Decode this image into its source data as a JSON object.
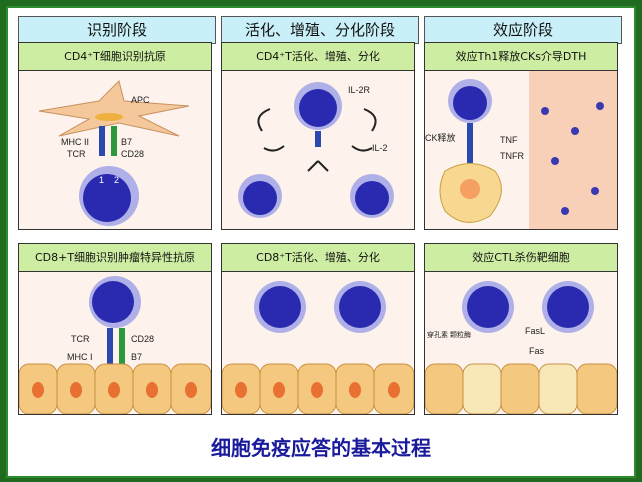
{
  "stages": [
    "识别阶段",
    "活化、增殖、分化阶段",
    "效应阶段"
  ],
  "row1": [
    "CD4⁺T细胞识别抗原",
    "CD4⁺T活化、增殖、分化",
    "效应Th1释放CKs介导DTH"
  ],
  "row2": [
    "CD8+T细胞识别肿瘤特异性抗原",
    "CD8⁺T活化、增殖、分化",
    "效应CTL杀伤靶细胞"
  ],
  "labels": {
    "apc": "APC",
    "mhc2": "MHC II",
    "tcr": "TCR",
    "b7": "B7",
    "cd28": "CD28",
    "il2r": "IL-2R",
    "il2": "IL-2",
    "ck": "CK释放",
    "tnf": "TNF",
    "tnfr": "TNFR",
    "mhc1": "MHC I",
    "fasl": "FasL",
    "fas": "Fas",
    "perforin": "穿孔素 颗粒酶",
    "n1": "1",
    "n2": "2"
  },
  "title": "细胞免疫应答的基本过程"
}
